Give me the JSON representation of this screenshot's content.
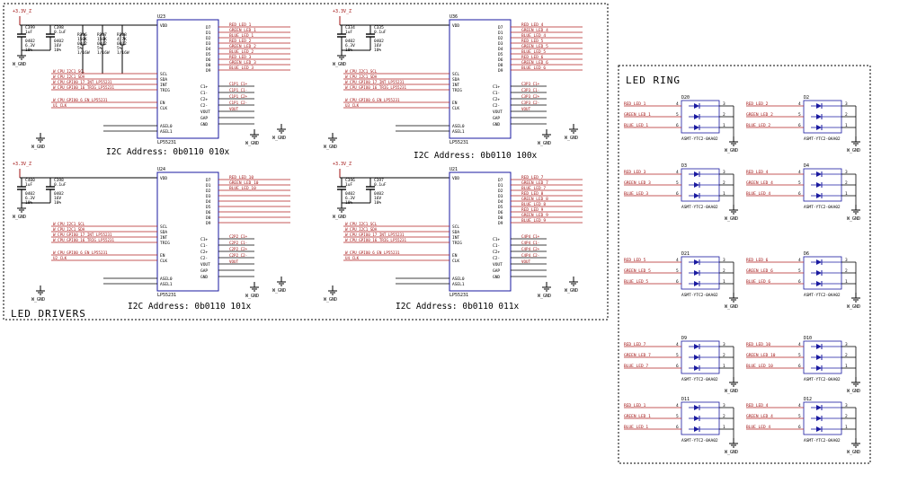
{
  "sections": {
    "drivers_title": "LED DRIVERS",
    "ring_title": "LED RING"
  },
  "drivers": [
    {
      "ref": "U23",
      "part": "LP55231",
      "address": "I2C Address: 0b0110 010x",
      "supply": "+3.3V_Z",
      "caps": [
        {
          "ref": "C399",
          "value": "1uF",
          "size": "0402",
          "rating": "6.3V",
          "tol": "10%"
        },
        {
          "ref": "C398",
          "value": "0.1uF",
          "size": "0402",
          "rating": "16V",
          "tol": "10%"
        }
      ],
      "resistors": [
        {
          "ref": "R326",
          "value": "150K",
          "size": "0402",
          "tol": "5%",
          "power": "1/16W"
        },
        {
          "ref": "R327",
          "value": "150K",
          "size": "0402",
          "tol": "5%",
          "power": "1/16W"
        },
        {
          "ref": "R328",
          "value": "4.7K",
          "size": "0402",
          "tol": "5%",
          "power": "1/16W"
        }
      ],
      "inputs": [
        "W_CPU_I2C1_SCL",
        "W_CPU_I2C1_SDA",
        "W_CPU_GPIO0_17_INT_LP55231",
        "W_CPU_GPIO0_16_TRIG_LP55231",
        "W_CPU_GPIO0_6_EN_LP55231",
        "U1_CLK"
      ],
      "outputs": [
        "RED_LED_1",
        "GREEN_LED_1",
        "BLUE_LED_1",
        "RED_LED_2",
        "GREEN_LED_2",
        "BLUE_LED_2",
        "RED_LED_3",
        "GREEN_LED_3",
        "BLUE_LED_3"
      ],
      "cp_nets": [
        "C1P1_C1+",
        "C1P1_C1-",
        "C1P1_C2+",
        "C1P1_C2-",
        "VOUT"
      ]
    },
    {
      "ref": "U36",
      "part": "LP55231",
      "address": "I2C Address: 0b0110 100x",
      "supply": "+3.3V_Z",
      "caps": [
        {
          "ref": "C334",
          "value": "1uF",
          "size": "0402",
          "rating": "6.3V",
          "tol": "10%"
        },
        {
          "ref": "C335",
          "value": "0.1uF",
          "size": "0402",
          "rating": "16V",
          "tol": "10%"
        }
      ],
      "resistors": [],
      "inputs": [
        "W_CPU_I2C1_SCL",
        "W_CPU_I2C1_SDA",
        "W_CPU_GPIO0_17_INT_LP55231",
        "W_CPU_GPIO0_16_TRIG_LP55231",
        "W_CPU_GPIO0_6_EN_LP55231",
        "U3_CLK"
      ],
      "outputs": [
        "RED_LED_4",
        "GREEN_LED_4",
        "BLUE_LED_4",
        "RED_LED_5",
        "GREEN_LED_5",
        "BLUE_LED_5",
        "RED_LED_6",
        "GREEN_LED_6",
        "BLUE_LED_6"
      ],
      "cp_nets": [
        "C3P3_C1+",
        "C3P3_C1-",
        "C3P3_C2+",
        "C3P3_C2-",
        "VOUT"
      ]
    },
    {
      "ref": "U24",
      "part": "LP55231",
      "address": "I2C Address: 0b0110 101x",
      "supply": "+3.3V_Z",
      "caps": [
        {
          "ref": "C400",
          "value": "1uF",
          "size": "0402",
          "rating": "6.3V",
          "tol": "10%"
        },
        {
          "ref": "C398",
          "value": "0.1uF",
          "size": "0402",
          "rating": "16V",
          "tol": "10%"
        }
      ],
      "resistors": [],
      "inputs": [
        "W_CPU_I2C1_SCL",
        "W_CPU_I2C1_SDA",
        "W_CPU_GPIO0_17_INT_LP55231",
        "W_CPU_GPIO0_16_TRIG_LP55231",
        "W_CPU_GPIO0_6_EN_LP55231",
        "U2_CLK"
      ],
      "outputs": [
        "RED_LED_10",
        "GREEN_LED_10",
        "BLUE_LED_10"
      ],
      "cp_nets": [
        "C2P2_C1+",
        "C2P2_C1-",
        "C2P2_C2+",
        "C2P2_C2-",
        "VOUT"
      ]
    },
    {
      "ref": "U21",
      "part": "LP55231",
      "address": "I2C Address: 0b0110 011x",
      "supply": "+3.3V_Z",
      "caps": [
        {
          "ref": "C396",
          "value": "1uF",
          "size": "0402",
          "rating": "6.3V",
          "tol": "10%"
        },
        {
          "ref": "C397",
          "value": "0.1uF",
          "size": "0402",
          "rating": "16V",
          "tol": "10%"
        }
      ],
      "resistors": [],
      "inputs": [
        "W_CPU_I2C1_SCL",
        "W_CPU_I2C1_SDA",
        "W_CPU_GPIO0_17_INT_LP55231",
        "W_CPU_GPIO0_16_TRIG_LP55231",
        "W_CPU_GPIO0_6_EN_LP55231",
        "U4_CLK"
      ],
      "outputs": [
        "RED_LED_7",
        "GREEN_LED_7",
        "BLUE_LED_7",
        "RED_LED_8",
        "GREEN_LED_8",
        "BLUE_LED_8",
        "RED_LED_9",
        "GREEN_LED_9",
        "BLUE_LED_9"
      ],
      "cp_nets": [
        "C4P4_C1+",
        "C4P4_C1-",
        "C4P4_C2+",
        "C4P4_C2-",
        "VOUT"
      ]
    }
  ],
  "chip_pins_left": [
    "VDD",
    "SCL",
    "SDA",
    "INT",
    "TRIG",
    "EN",
    "CLK",
    "ASEL0",
    "ASEL1"
  ],
  "chip_pins_right": [
    "D7",
    "D1",
    "D2",
    "D3",
    "D4",
    "D5",
    "D6",
    "D8",
    "D9",
    "C1+",
    "C1-",
    "C2+",
    "C2-",
    "VOUT",
    "GAP",
    "GND"
  ],
  "ground_label": "W_GND",
  "leds": [
    {
      "ref": "D20",
      "part": "ASMT-YTC2-0AA02",
      "nets": [
        "RED_LED_1",
        "GREEN_LED_1",
        "BLUE_LED_1"
      ]
    },
    {
      "ref": "D2",
      "part": "ASMT-YTC2-0AA02",
      "nets": [
        "RED_LED_2",
        "GREEN_LED_2",
        "BLUE_LED_2"
      ]
    },
    {
      "ref": "D3",
      "part": "ASMT-YTC2-0AA02",
      "nets": [
        "RED_LED_3",
        "GREEN_LED_3",
        "BLUE_LED_3"
      ]
    },
    {
      "ref": "D4",
      "part": "ASMT-YTC2-0AA02",
      "nets": [
        "RED_LED_4",
        "GREEN_LED_4",
        "BLUE_LED_4"
      ]
    },
    {
      "ref": "D21",
      "part": "ASMT-YTC2-0AA02",
      "nets": [
        "RED_LED_5",
        "GREEN_LED_5",
        "BLUE_LED_5"
      ]
    },
    {
      "ref": "D6",
      "part": "ASMT-YTC2-0AA02",
      "nets": [
        "RED_LED_6",
        "GREEN_LED_6",
        "BLUE_LED_6"
      ]
    },
    {
      "ref": "D9",
      "part": "ASMT-YTC2-0AA02",
      "nets": [
        "RED_LED_7",
        "GREEN_LED_7",
        "BLUE_LED_7"
      ]
    },
    {
      "ref": "D10",
      "part": "ASMT-YTC2-0AA02",
      "nets": [
        "RED_LED_10",
        "GREEN_LED_10",
        "BLUE_LED_10"
      ]
    },
    {
      "ref": "D11",
      "part": "ASMT-YTC2-0AA02",
      "nets": [
        "RED_LED_1",
        "GREEN_LED_1",
        "BLUE_LED_1"
      ]
    },
    {
      "ref": "D12",
      "part": "ASMT-YTC2-0AA02",
      "nets": [
        "RED_LED_4",
        "GREEN_LED_4",
        "BLUE_LED_4"
      ]
    }
  ],
  "led_pins": [
    "1",
    "2",
    "3"
  ],
  "led_in_pins": [
    "4",
    "5",
    "6"
  ],
  "colors": {
    "ink": "#000000",
    "component": "#1a1aa0",
    "net_label": "#a01010",
    "net_line": "#b02020",
    "power": "#a01010"
  }
}
